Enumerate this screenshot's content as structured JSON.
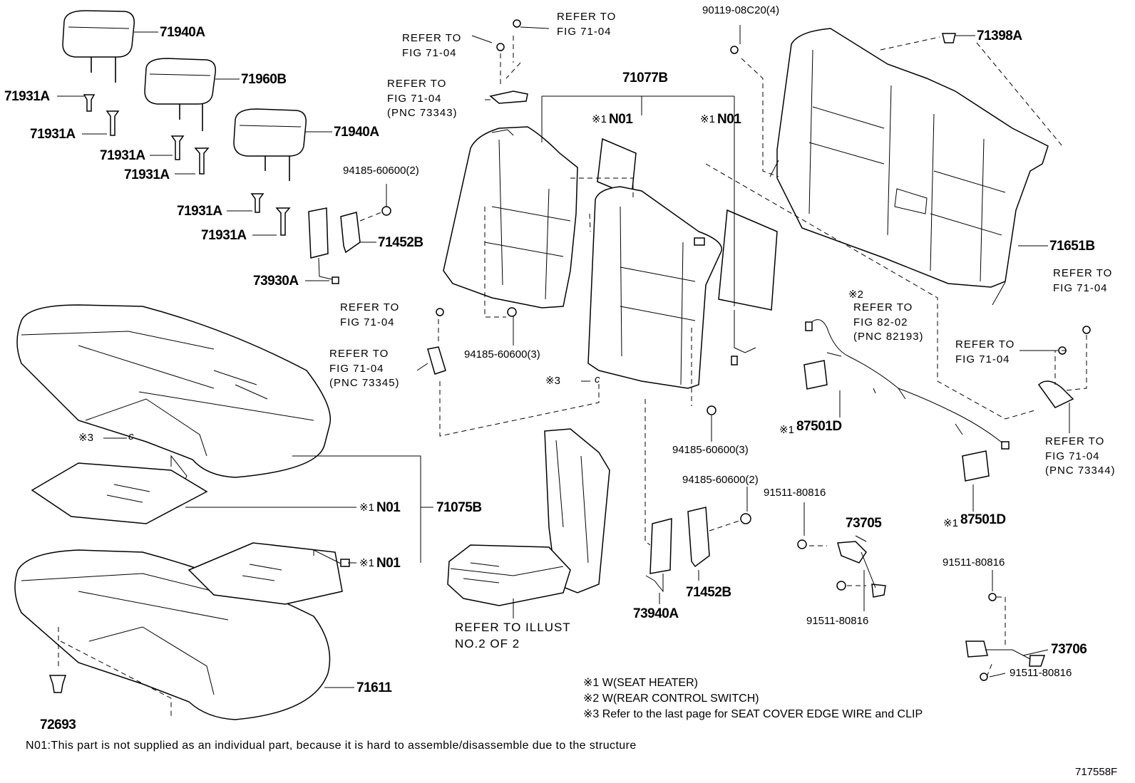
{
  "drawing_id": "717558F",
  "part_labels": {
    "headrest_upper": "71940A",
    "headrest_center": "71960B",
    "headrest_lower": "71940A",
    "support_1": "71931A",
    "support_2": "71931A",
    "support_3": "71931A",
    "support_4": "71931A",
    "support_5": "71931A",
    "support_6": "71931A",
    "nut_upper_left": "94185-60600(2)",
    "hinge_left": "71452B",
    "airbag_left": "73930A",
    "nut_center": "94185-60600(3)",
    "back_assy": "71077B",
    "pad_left_mark": "※1",
    "pad_left": "N01",
    "pad_right_mark": "※1",
    "pad_right": "N01",
    "screw_top": "90119-08C20(4)",
    "clip_top": "71398A",
    "back_cover": "71651B",
    "cushion_assy": "71075B",
    "heater_upper_mark": "※1",
    "heater_upper": "N01",
    "heater_lower_mark": "※1",
    "heater_lower": "N01",
    "cushion_cover": "71611",
    "clip_bottom": "72693",
    "wire_mark_left": "※3",
    "wire_mark_center": "※3",
    "nut_right": "94185-60600(3)",
    "nut_lower_right": "94185-60600(2)",
    "airbag_right": "73940A",
    "hinge_right": "71452B",
    "bolt_1": "91511-80816",
    "bolt_2": "91511-80816",
    "bolt_3": "91511-80816",
    "bolt_4": "91511-80816",
    "sensor_1": "73705",
    "sensor_2": "73706",
    "switch_1_mark": "※1",
    "switch_1": "87501D",
    "switch_2_mark": "※1",
    "switch_2": "87501D",
    "harness_mark": "※2"
  },
  "references": {
    "ref_top_left": "REFER TO\nFIG 71-04",
    "ref_top": "REFER TO\nFIG 71-04",
    "ref_pnc_73343": "REFER TO\nFIG 71-04\n(PNC 73343)",
    "ref_mid_left": "REFER TO\nFIG 71-04",
    "ref_pnc_73345": "REFER TO\nFIG 71-04\n(PNC 73345)",
    "ref_harness": "REFER TO\nFIG 82-02\n(PNC 82193)",
    "ref_right_top": "REFER TO\nFIG 71-04",
    "ref_right_mid": "REFER TO\nFIG 71-04",
    "ref_pnc_73344": "REFER TO\nFIG 71-04\n(PNC 73344)",
    "ref_illust": "REFER TO ILLUST\nNO.2 OF 2"
  },
  "legend": [
    "※1 W(SEAT HEATER)",
    "※2 W(REAR CONTROL SWITCH)",
    "※3 Refer to the last page for SEAT COVER EDGE WIRE and CLIP"
  ],
  "footnote": "N01:This part is not supplied as an individual part, because it is hard to assemble/disassemble due to the structure",
  "clip_glyph": "c",
  "colors": {
    "line": "#000000",
    "background": "#ffffff"
  }
}
